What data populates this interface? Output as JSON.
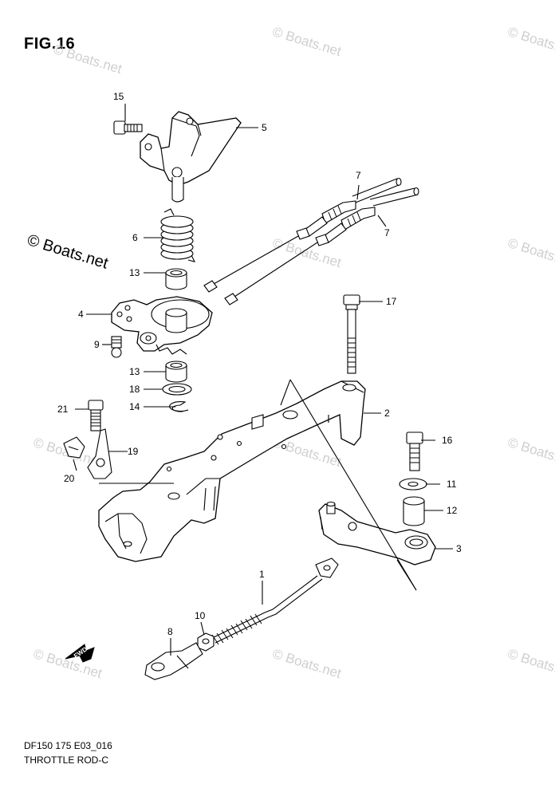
{
  "figure_title": "FIG.16",
  "brand_caption": "© Boats.net",
  "watermark_text": "© Boats.net",
  "footer": {
    "model_code": "DF150 175 E03_016",
    "section_title": "THROTTLE ROD-C"
  },
  "fwd_label": "FWD",
  "callouts": {
    "c1": "1",
    "c2": "2",
    "c3": "3",
    "c4": "4",
    "c5": "5",
    "c6": "6",
    "c7a": "7",
    "c7b": "7",
    "c8": "8",
    "c9": "9",
    "c10": "10",
    "c11": "11",
    "c12": "12",
    "c13a": "13",
    "c13b": "13",
    "c14": "14",
    "c15": "15",
    "c16": "16",
    "c17": "17",
    "c18": "18",
    "c19": "19",
    "c20": "20",
    "c21": "21"
  }
}
